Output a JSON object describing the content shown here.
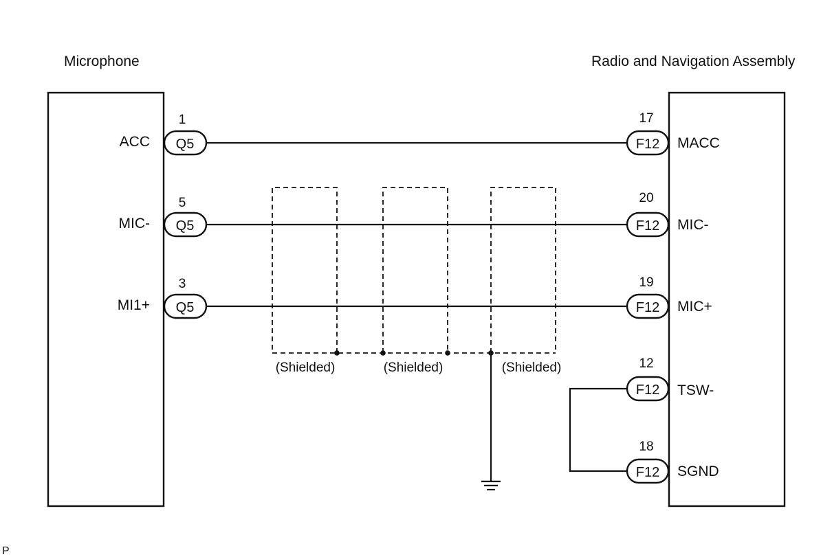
{
  "left_component": {
    "title": "Microphone",
    "pins": [
      {
        "signal": "ACC",
        "pin": "1",
        "connector": "Q5"
      },
      {
        "signal": "MIC-",
        "pin": "5",
        "connector": "Q5"
      },
      {
        "signal": "MI1+",
        "pin": "3",
        "connector": "Q5"
      }
    ]
  },
  "right_component": {
    "title": "Radio and Navigation Assembly",
    "pins": [
      {
        "signal": "MACC",
        "pin": "17",
        "connector": "F12"
      },
      {
        "signal": "MIC-",
        "pin": "20",
        "connector": "F12"
      },
      {
        "signal": "MIC+",
        "pin": "19",
        "connector": "F12"
      },
      {
        "signal": "TSW-",
        "pin": "12",
        "connector": "F12"
      },
      {
        "signal": "SGND",
        "pin": "18",
        "connector": "F12"
      }
    ]
  },
  "shields": [
    {
      "label": "(Shielded)"
    },
    {
      "label": "(Shielded)"
    },
    {
      "label": "(Shielded)"
    }
  ],
  "footer_mark": "P"
}
